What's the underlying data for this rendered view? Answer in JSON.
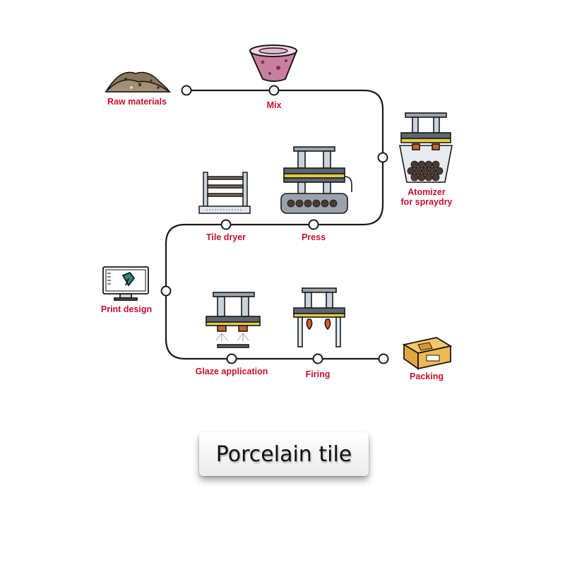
{
  "title": "Porcelain tile",
  "colors": {
    "label": "#c8102e",
    "line": "#1a1a1a",
    "node_fill": "#ffffff"
  },
  "steps": [
    {
      "id": "raw",
      "label": "Raw materials",
      "icon": "sand-pile-icon"
    },
    {
      "id": "mix",
      "label": "Mix",
      "icon": "mixing-bowl-icon"
    },
    {
      "id": "atomizer",
      "label_line1": "Atomizer",
      "label_line2": "for spraydry",
      "icon": "atomizer-icon"
    },
    {
      "id": "press",
      "label": "Press",
      "icon": "press-machine-icon"
    },
    {
      "id": "dryer",
      "label": "Tile dryer",
      "icon": "tile-dryer-icon"
    },
    {
      "id": "print",
      "label": "Print design",
      "icon": "monitor-pen-icon"
    },
    {
      "id": "glaze",
      "label": "Glaze application",
      "icon": "glaze-sprayer-icon"
    },
    {
      "id": "firing",
      "label": "Firing",
      "icon": "kiln-icon"
    },
    {
      "id": "packing",
      "label": "Packing",
      "icon": "cardboard-box-icon"
    }
  ]
}
